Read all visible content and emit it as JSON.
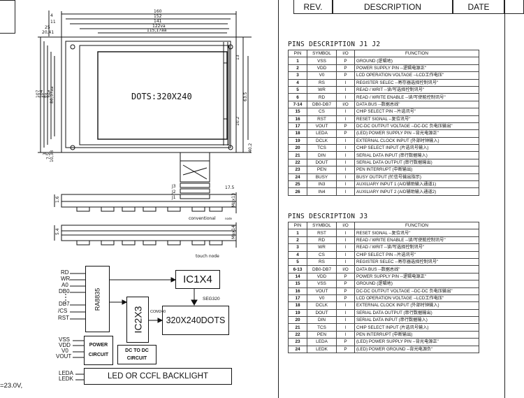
{
  "header": {
    "rev": "REV.",
    "description": "DESCRIPTION",
    "date": "DATE"
  },
  "drawing": {
    "dots_label": "DOTS:320X240",
    "dims_top": [
      "160",
      "152",
      "141",
      "122va",
      "115,17aa"
    ],
    "dims_left_top": [
      "4",
      "11",
      "25",
      "20,41"
    ],
    "dims_left_side": [
      "107",
      "104",
      "81",
      "86,37aa",
      "92a"
    ],
    "dims_left_bottom": [
      "3",
      "7.5",
      "10,38"
    ],
    "dims_right": [
      "63.5",
      "13",
      "10.2",
      "40.2"
    ],
    "labels_small": [
      "J3",
      "J2",
      "J1"
    ],
    "dims_bottom": [
      "Max13",
      "Max14",
      "17.5",
      "1.6",
      "5.4"
    ],
    "conventional_label": "conventional",
    "conventional_sub": "node",
    "touch_label": "touch node"
  },
  "block": {
    "inputs": [
      "RD",
      "WR",
      "A0",
      "DB0",
      "DB7",
      "/CS",
      "RST"
    ],
    "ra8835": "RA8835",
    "ic1x4": "IC1X4",
    "seg320": "SEG320",
    "ic2x3": "IC2X3",
    "com240": "COM240",
    "lcd": "320X240DOTS",
    "power_inputs": [
      "VSS",
      "VDD",
      "V0",
      "VOUT"
    ],
    "power": "POWER CIRCUIT",
    "dcdc": "DC TO DC CIRCUIT",
    "led_inputs": [
      "LEDA",
      "LEDK"
    ],
    "backlight": "LED OR CCFL BACKLIGHT",
    "note": "=23.0V,"
  },
  "j1j2": {
    "title": "PINS DESCRIPTION  J1 J2",
    "headers": [
      "PIN",
      "SYMBOL",
      "I/O",
      "FUNCTION"
    ],
    "rows": [
      [
        "1",
        "VSS",
        "P",
        "GROUND (逻辑地)"
      ],
      [
        "2",
        "VDD",
        "P",
        "POWER SUPPLY PIN  --逻辑电源正\""
      ],
      [
        "3",
        "V0",
        "P",
        "LCD OPERATION VOLTAGE  --LCD工作电压\""
      ],
      [
        "4",
        "RS",
        "I",
        "REGISTER SELEC --寄存器选择控制讯号\""
      ],
      [
        "5",
        "WR",
        "I",
        "READ / WRIT --读/写选择控制讯号\""
      ],
      [
        "6",
        "RD",
        "I",
        "READ / WRITE ENABLE --读/写使能控制讯号\""
      ],
      [
        "7-14",
        "DB0-DB7",
        "I/O",
        "DATA BUS --数据总线\""
      ],
      [
        "15",
        "CS",
        "I",
        "CHIP SELECT PIN --片选讯号\""
      ],
      [
        "16",
        "RST",
        "I",
        "RESET SIGNAL --复位讯号\""
      ],
      [
        "17",
        "VOUT",
        "P",
        "DC-DC OUTPUT VOLTAGE  --DC-DC 负电压输出\""
      ],
      [
        "18",
        "LEDA",
        "P",
        "(LED) POWER SUPPLY PIN  --背光电源正\""
      ],
      [
        "19",
        "DCLK",
        "I",
        "EXTERNAL CLOCK INPUT (外部时钟输入)"
      ],
      [
        "20",
        "TCS",
        "I",
        "CHIP SELECT INPUT (片选讯号输入)"
      ],
      [
        "21",
        "DIN",
        "I",
        "SERIAL DATA INPUT (串行数据输入)"
      ],
      [
        "22",
        "DOUT",
        "I",
        "SERIAL DATA OUTPUT (串行数据输出)"
      ],
      [
        "23",
        "PEN",
        "I",
        "PEN INTERRUPT (中断输出)"
      ],
      [
        "24",
        "BUSY",
        "I",
        "BUSY OUTPUT (忙信号输出指示)"
      ],
      [
        "25",
        "IN3",
        "I",
        "AUXILIARY INPUT 1 (A/D辅助输入通道1)"
      ],
      [
        "26",
        "IN4",
        "I",
        "AUXILIARY INPUT 2 (A/D辅助输入通道2)"
      ]
    ]
  },
  "j3": {
    "title": "PINS DESCRIPTION  J3",
    "headers": [
      "PIN",
      "SYMBOL",
      "I/O",
      "FUNCTION"
    ],
    "rows": [
      [
        "1",
        "RST",
        "I",
        "RESET SIGNAL --复位讯号\""
      ],
      [
        "2",
        "RD",
        "I",
        "READ / WRITE ENABLE --读/写使能控制讯号\""
      ],
      [
        "3",
        "WR",
        "I",
        "READ / WRIT --读/写选择控制讯号\""
      ],
      [
        "4",
        "CS",
        "I",
        "CHIP SELECT PIN --片选讯号\""
      ],
      [
        "5",
        "RS",
        "I",
        "REGISTER SELEC --寄存器选择控制讯号\""
      ],
      [
        "6-13",
        "DB0-DB7",
        "I/O",
        "DATA BUS --数据总线\""
      ],
      [
        "14",
        "VDD",
        "P",
        "POWER SUPPLY PIN  --逻辑电源正\""
      ],
      [
        "15",
        "VSS",
        "P",
        "GROUND (逻辑地)"
      ],
      [
        "16",
        "VOUT",
        "P",
        "DC-DC OUTPUT VOLTAGE  --DC-DC 负电压输出\""
      ],
      [
        "17",
        "V0",
        "P",
        "LCD OPERATION VOLTAGE  --LCD工作电压\""
      ],
      [
        "18",
        "DCLK",
        "I",
        "EXTERNAL CLOCK INPUT (外部时钟输入)"
      ],
      [
        "19",
        "DOUT",
        "I",
        "SERIAL DATA OUTPUT (串行数据输出)"
      ],
      [
        "20",
        "DIN",
        "I",
        "SERIAL DATA INPUT (串行数据输入)"
      ],
      [
        "21",
        "TCS",
        "I",
        "CHIP SELECT INPUT (片选讯号输入)"
      ],
      [
        "22",
        "PEN",
        "I",
        "PEN INTERRUPT (中断输出)"
      ],
      [
        "23",
        "LEDA",
        "P",
        "(LED) POWER SUPPLY PIN  --背光电源正\""
      ],
      [
        "24",
        "LEDK",
        "P",
        "(LED) POWER GROUND --背光电源负\""
      ]
    ]
  }
}
